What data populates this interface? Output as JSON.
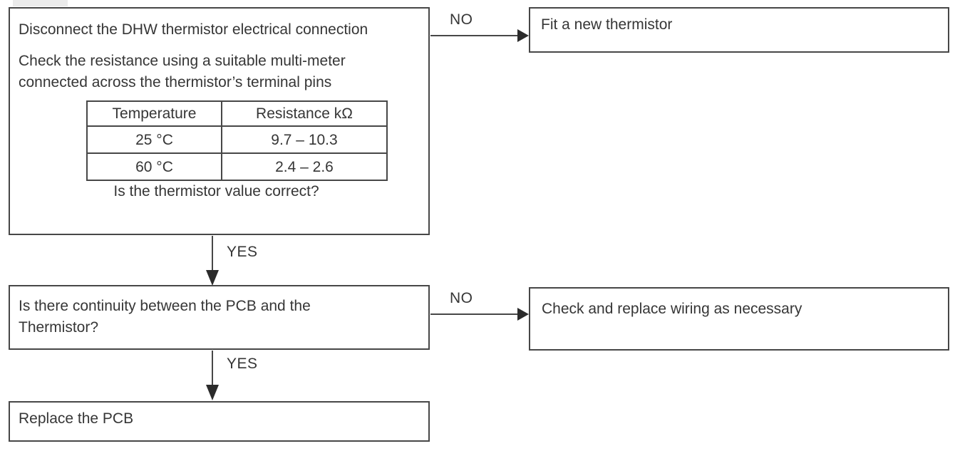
{
  "diagram": {
    "labels": {
      "yes": "YES",
      "no": "NO"
    },
    "step1": {
      "instruction1": "Disconnect the DHW thermistor electrical connection",
      "instruction2": "Check the resistance using a suitable multi-meter connected across the thermistor’s terminal pins",
      "question": "Is the thermistor value correct?",
      "table": {
        "headers": [
          "Temperature",
          "Resistance kΩ"
        ],
        "rows": [
          [
            "25 °C",
            "9.7 – 10.3"
          ],
          [
            "60 °C",
            "2.4 – 2.6"
          ]
        ]
      }
    },
    "step1_no_action": "Fit a new thermistor",
    "step2_question": "Is there continuity between the PCB and the Thermistor?",
    "step2_no_action": "Check and replace wiring as necessary",
    "step3_action": "Replace the PCB",
    "colors": {
      "line": "#474747",
      "text": "#363636",
      "arrowhead": "#2b2b2b",
      "background": "#ffffff"
    }
  }
}
